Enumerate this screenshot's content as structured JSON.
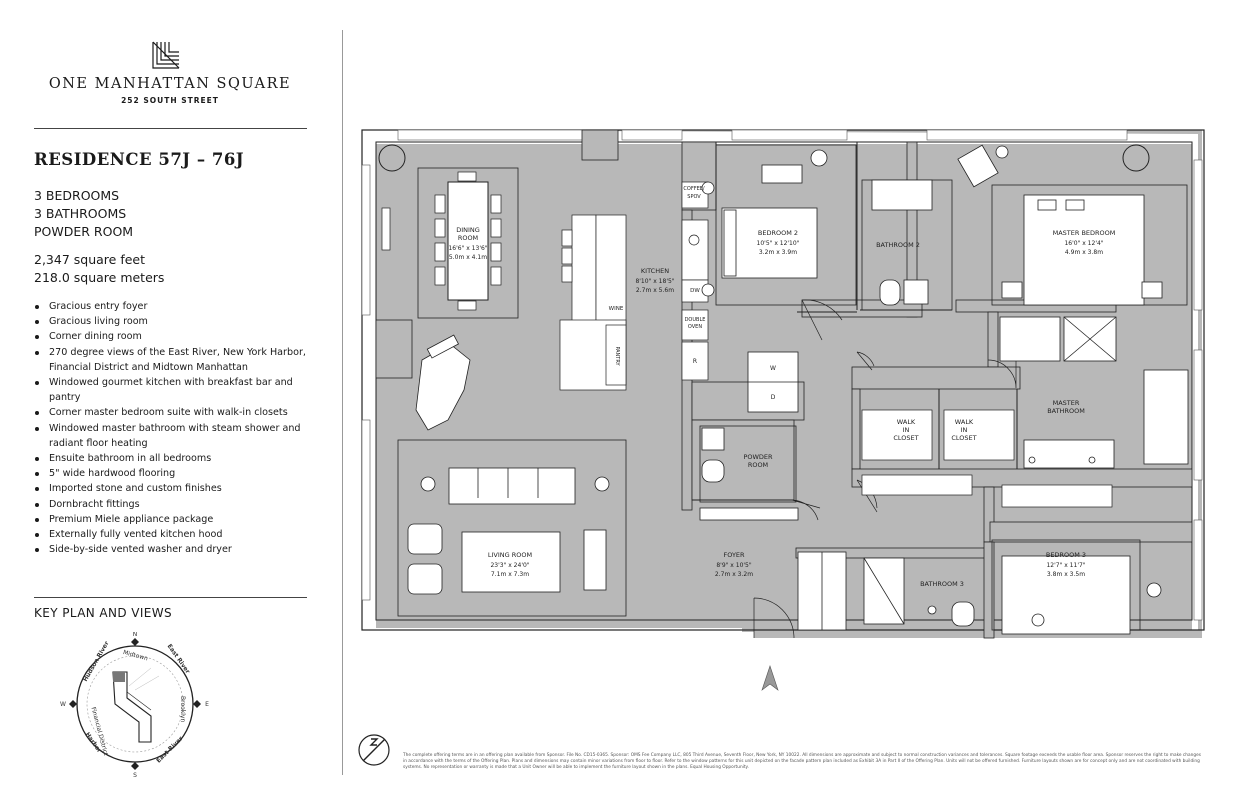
{
  "brand": {
    "name": "ONE MANHATTAN SQUARE",
    "address": "252 SOUTH STREET"
  },
  "residence": {
    "title": "RESIDENCE 57J – 76J",
    "rooms": [
      "3 BEDROOMS",
      "3 BATHROOMS",
      "POWDER ROOM"
    ],
    "sqft": "2,347 square feet",
    "sqm": "218.0 square meters"
  },
  "features": [
    "Gracious entry foyer",
    "Gracious living room",
    "Corner dining room",
    "270 degree views of the East River, New York Harbor, Financial District and Midtown Manhattan",
    "Windowed gourmet kitchen with breakfast bar and pantry",
    "Corner master bedroom suite with walk-in closets",
    "Windowed master bathroom with steam shower and radiant floor heating",
    "Ensuite bathroom in all bedrooms",
    "5\" wide hardwood flooring",
    "Imported stone and custom finishes",
    "Dornbracht fittings",
    "Premium Miele appliance package",
    "Externally fully vented kitchen hood",
    "Side-by-side vented washer and dryer"
  ],
  "keyplan": {
    "title": "KEY PLAN AND VIEWS",
    "labels": {
      "n": "N",
      "s": "S",
      "e": "E",
      "w": "W",
      "hudson": "Hudson River",
      "east_top": "East River",
      "east_bottom": "East River",
      "midtown": "Midtown",
      "brooklyn": "Brooklyn",
      "harbor": "Harbor",
      "financial": "Financial District"
    }
  },
  "plan": {
    "rooms": {
      "dining": {
        "name1": "DINING",
        "name2": "ROOM",
        "dim1": "16'6\" x 13'6\"",
        "dim2": "5.0m x 4.1m"
      },
      "kitchen": {
        "name": "KITCHEN",
        "dim1": "8'10\" x 18'5\"",
        "dim2": "2.7m x 5.6m"
      },
      "bedroom2": {
        "name": "BEDROOM 2",
        "dim1": "10'5\" x 12'10\"",
        "dim2": "3.2m x 3.9m"
      },
      "bathroom2": {
        "name": "BATHROOM 2"
      },
      "master": {
        "name": "MASTER BEDROOM",
        "dim1": "16'0\" x 12'4\"",
        "dim2": "4.9m x 3.8m"
      },
      "masterbath": {
        "name1": "MASTER",
        "name2": "BATHROOM"
      },
      "walk1": {
        "a": "WALK",
        "b": "IN",
        "c": "CLOSET"
      },
      "walk2": {
        "a": "WALK",
        "b": "IN",
        "c": "CLOSET"
      },
      "powder": {
        "name1": "POWDER",
        "name2": "ROOM"
      },
      "foyer": {
        "name": "FOYER",
        "dim1": "8'9\" x 10'5\"",
        "dim2": "2.7m x 3.2m"
      },
      "living": {
        "name": "LIVING ROOM",
        "dim1": "23'3\" x 24'0\"",
        "dim2": "7.1m x 7.3m"
      },
      "bathroom3": {
        "name": "BATHROOM 3"
      },
      "bedroom3": {
        "name": "BEDROOM 3",
        "dim1": "12'7\" x 11'7\"",
        "dim2": "3.8m x 3.5m"
      }
    },
    "fixtures": {
      "coffee1": "COFFEE/",
      "coffee2": "SPOV",
      "dw": "DW",
      "double1": "DOUBLE",
      "double2": "OVEN",
      "r": "R",
      "wine": "WINE",
      "pantry": "PANTRY",
      "washer": "W",
      "dryer": "D"
    }
  },
  "disclaimer": "The complete offering terms are in an offering plan available from Sponsor. File No. CD15-0365. Sponsor: OMS Fee Company LLC, 805 Third Avenue, Seventh Floor, New York, NY 10022. All dimensions are approximate and subject to normal construction variances and tolerances. Square footage exceeds the usable floor area. Sponsor reserves the right to make changes in accordance with the terms of the Offering Plan. Plans and dimensions may contain minor variations from floor to floor. Refer to the window patterns for this unit depicted on the facade pattern plan included as Exhibit 3A in Part II of the Offering Plan. Units will not be offered furnished. Furniture layouts shown are for concept only and are not coordinated with building systems. No representation or warranty is made that a Unit Owner will be able to implement the furniture layout shown in the plans. Equal Housing Opportunity."
}
